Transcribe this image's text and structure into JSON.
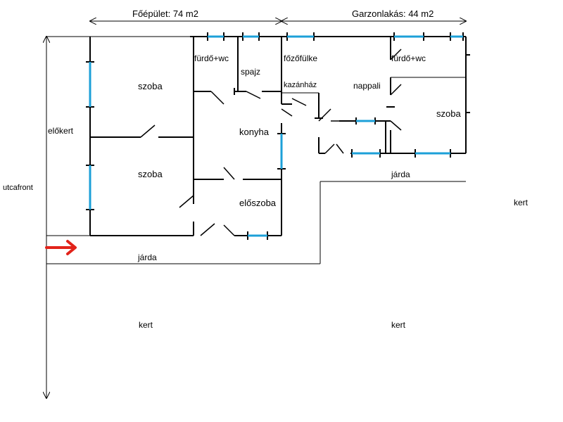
{
  "dimensions": {
    "main_building": "Főépület: 74 m2",
    "studio_flat": "Garzonlakás: 44 m2"
  },
  "rooms": {
    "room_top_left": "szoba",
    "room_bottom_left": "szoba",
    "bathroom_main": "fürdő+wc",
    "pantry": "spajz",
    "kitchen": "konyha",
    "hallway": "előszoba",
    "kitchenette": "főzőfülke",
    "boiler_room": "kazánház",
    "living_room": "nappali",
    "bathroom_studio": "fürdő+wc",
    "room_studio": "szoba"
  },
  "outdoor": {
    "front_garden": "előkert",
    "street_front": "utcafront",
    "garden_right": "kert",
    "garden_bottom_left": "kert",
    "garden_bottom_right": "kert",
    "sidewalk_upper": "járda",
    "sidewalk_lower": "járda"
  },
  "colors": {
    "wall": "#000000",
    "window": "#1ca0d8",
    "entry_arrow": "#e2231a"
  }
}
